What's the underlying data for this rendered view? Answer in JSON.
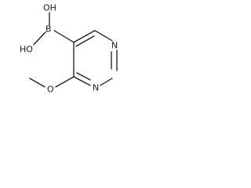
{
  "molecule": {
    "atoms": {
      "oh_upper": "OH",
      "oh_lower": "HO",
      "boron": "B",
      "n_right_top": "N",
      "n_right_bottom": "N",
      "methoxy_o": "O"
    },
    "colors": {
      "bond": "#1a1a1a",
      "text": "#1a1a1a",
      "background": "#ffffff"
    }
  }
}
